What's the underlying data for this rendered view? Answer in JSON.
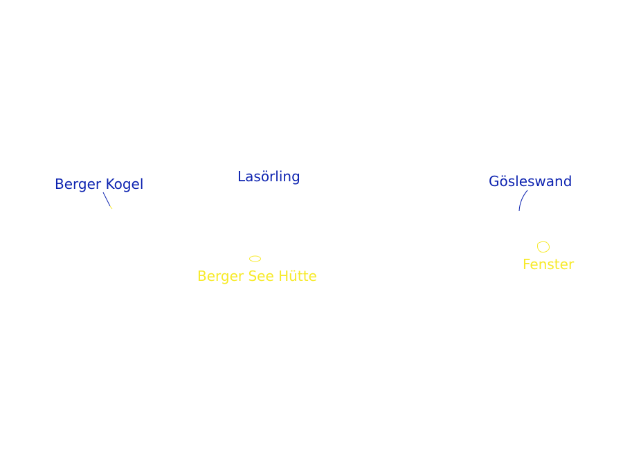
{
  "colors": {
    "peak": "#0d23b0",
    "hut": "#f7ea2a"
  },
  "labels": {
    "berger_kogel": "Berger Kogel",
    "lasoerling": "Lasörling",
    "goesleswand": "Gösleswand",
    "berger_see_huette": "Berger See Hütte",
    "fenster": "Fenster"
  }
}
